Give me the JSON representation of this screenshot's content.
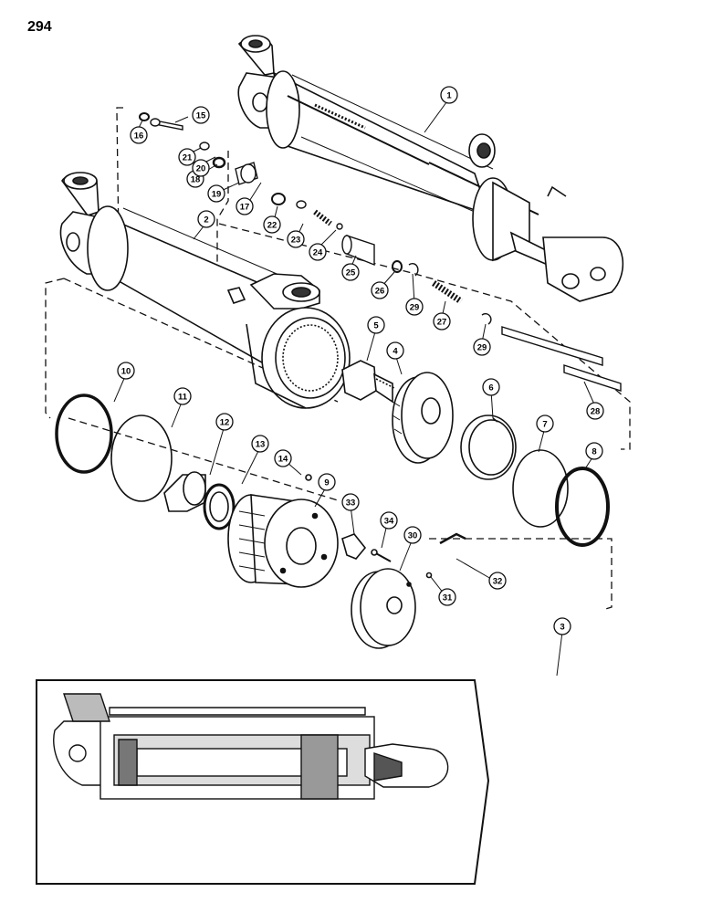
{
  "page": {
    "number": "294"
  },
  "callouts": [
    {
      "id": "c1",
      "label": "1"
    },
    {
      "id": "c2",
      "label": "2"
    },
    {
      "id": "c3",
      "label": "3"
    },
    {
      "id": "c4",
      "label": "4"
    },
    {
      "id": "c5",
      "label": "5"
    },
    {
      "id": "c6",
      "label": "6"
    },
    {
      "id": "c7",
      "label": "7"
    },
    {
      "id": "c8",
      "label": "8"
    },
    {
      "id": "c9",
      "label": "9"
    },
    {
      "id": "c10",
      "label": "10"
    },
    {
      "id": "c11",
      "label": "11"
    },
    {
      "id": "c12",
      "label": "12"
    },
    {
      "id": "c13",
      "label": "13"
    },
    {
      "id": "c14",
      "label": "14"
    },
    {
      "id": "c15",
      "label": "15"
    },
    {
      "id": "c16",
      "label": "16"
    },
    {
      "id": "c17",
      "label": "17"
    },
    {
      "id": "c18",
      "label": "18"
    },
    {
      "id": "c19",
      "label": "19"
    },
    {
      "id": "c20",
      "label": "20"
    },
    {
      "id": "c21",
      "label": "21"
    },
    {
      "id": "c22",
      "label": "22"
    },
    {
      "id": "c23",
      "label": "23"
    },
    {
      "id": "c24",
      "label": "24"
    },
    {
      "id": "c25",
      "label": "25"
    },
    {
      "id": "c26",
      "label": "26"
    },
    {
      "id": "c27",
      "label": "27"
    },
    {
      "id": "c28",
      "label": "28"
    },
    {
      "id": "c29a",
      "label": "29"
    },
    {
      "id": "c29b",
      "label": "29"
    },
    {
      "id": "c30",
      "label": "30"
    },
    {
      "id": "c31",
      "label": "31"
    },
    {
      "id": "c32",
      "label": "32"
    },
    {
      "id": "c33",
      "label": "33"
    },
    {
      "id": "c34",
      "label": "34"
    }
  ],
  "colors": {
    "ink": "#111111",
    "inset_fill": "#e6e6e6",
    "paper": "#ffffff"
  }
}
